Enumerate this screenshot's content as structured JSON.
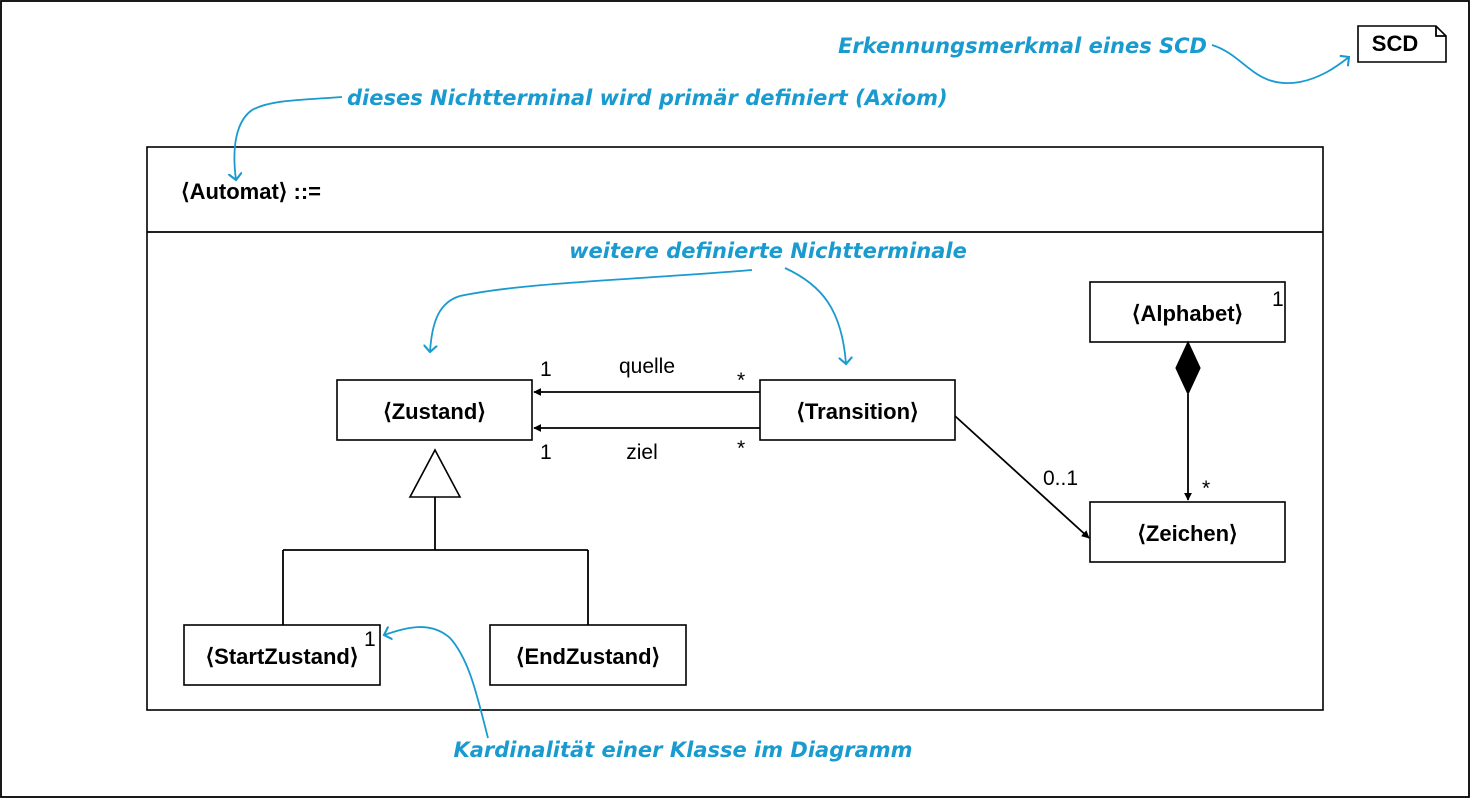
{
  "marker": "SCD",
  "production_header": "⟨Automat⟩ ::=",
  "classes": {
    "zustand": "⟨Zustand⟩",
    "transition": "⟨Transition⟩",
    "alphabet": "⟨Alphabet⟩",
    "zeichen": "⟨Zeichen⟩",
    "start_zustand": "⟨StartZustand⟩",
    "end_zustand": "⟨EndZustand⟩"
  },
  "class_cardinalities": {
    "alphabet": "1",
    "start_zustand": "1"
  },
  "associations": {
    "quelle": {
      "role": "quelle",
      "target_mult": "1",
      "source_mult": "*"
    },
    "ziel": {
      "role": "ziel",
      "target_mult": "1",
      "source_mult": "*"
    },
    "transition_zeichen": {
      "mult": "0..1"
    },
    "alphabet_zeichen": {
      "mult": "*"
    }
  },
  "annotations": {
    "scd_marker": "Erkennungsmerkmal eines SCD",
    "axiom": "dieses Nichtterminal wird primär definiert (Axiom)",
    "further_nonterminals": "weitere definierte Nichtterminale",
    "class_cardinality": "Kardinalität einer Klasse im Diagramm"
  },
  "colors": {
    "annotation": "#1a9bd0",
    "lines": "#000000"
  }
}
